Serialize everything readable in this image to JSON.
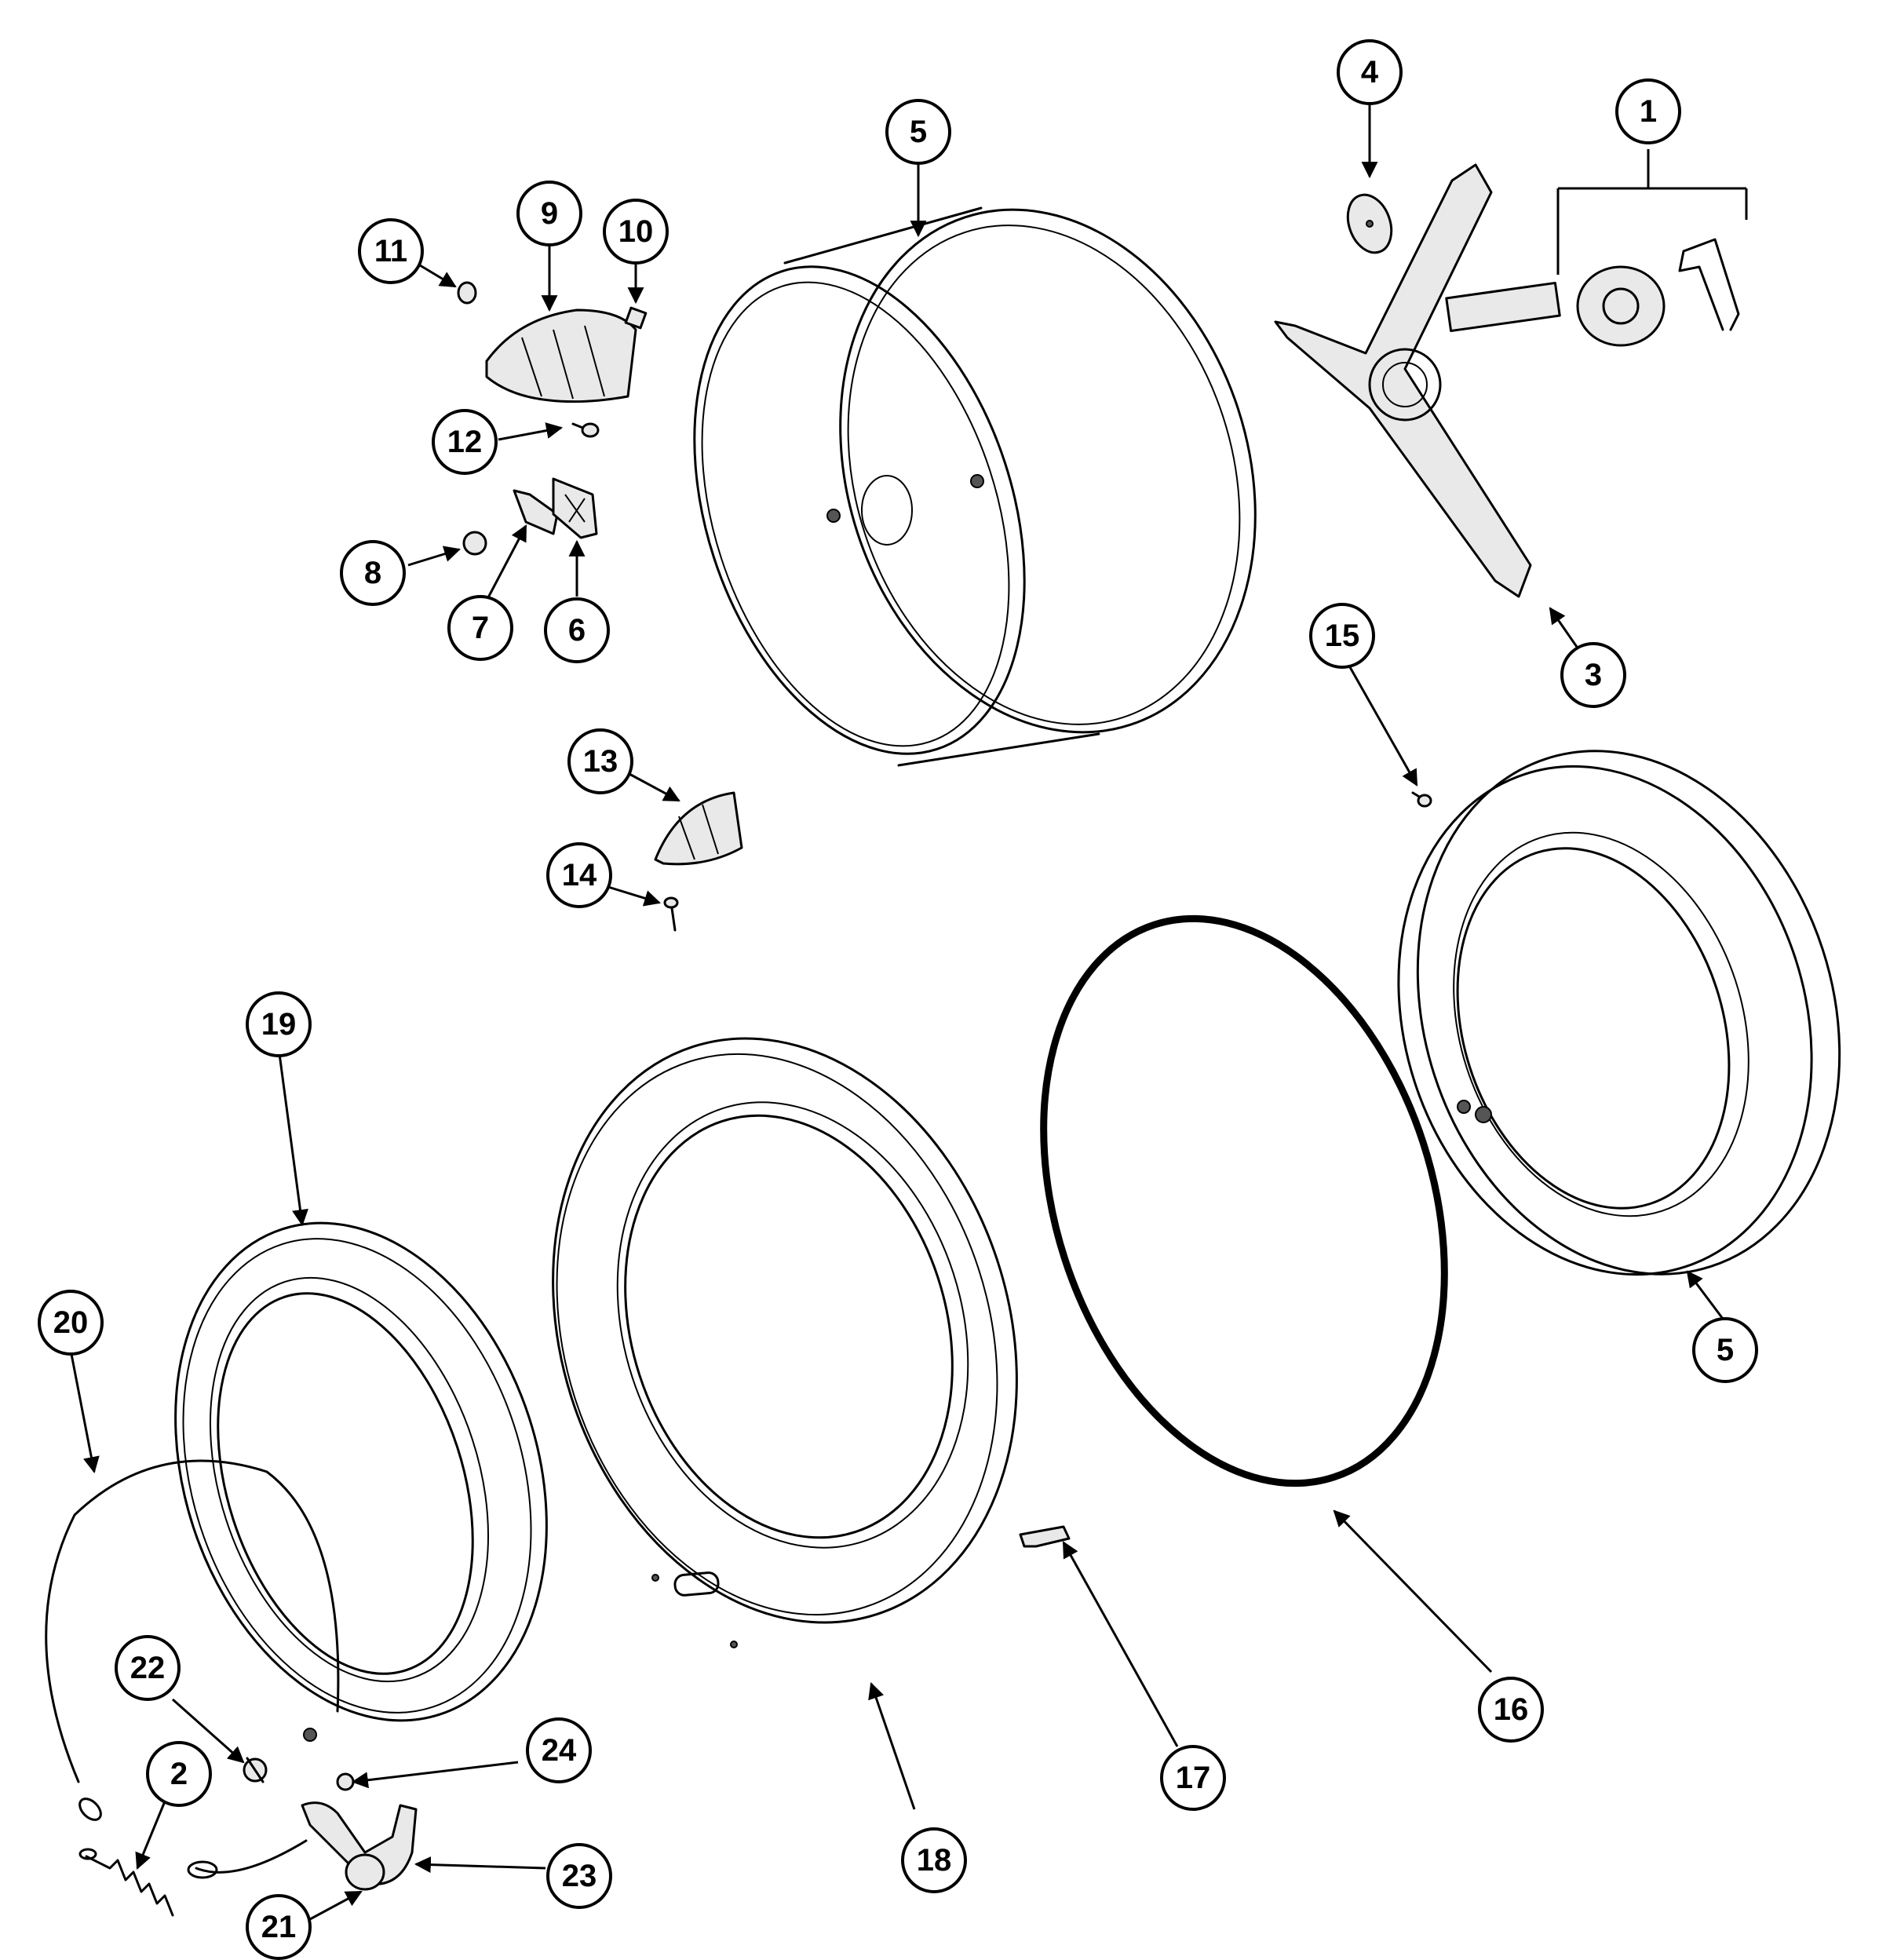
{
  "callouts": [
    {
      "id": "c1",
      "label": "1"
    },
    {
      "id": "c2",
      "label": "2"
    },
    {
      "id": "c3",
      "label": "3"
    },
    {
      "id": "c4",
      "label": "4"
    },
    {
      "id": "c5a",
      "label": "5"
    },
    {
      "id": "c5b",
      "label": "5"
    },
    {
      "id": "c6",
      "label": "6"
    },
    {
      "id": "c7",
      "label": "7"
    },
    {
      "id": "c8",
      "label": "8"
    },
    {
      "id": "c9",
      "label": "9"
    },
    {
      "id": "c10",
      "label": "10"
    },
    {
      "id": "c11",
      "label": "11"
    },
    {
      "id": "c12",
      "label": "12"
    },
    {
      "id": "c13",
      "label": "13"
    },
    {
      "id": "c14",
      "label": "14"
    },
    {
      "id": "c15",
      "label": "15"
    },
    {
      "id": "c16",
      "label": "16"
    },
    {
      "id": "c17",
      "label": "17"
    },
    {
      "id": "c18",
      "label": "18"
    },
    {
      "id": "c19",
      "label": "19"
    },
    {
      "id": "c20",
      "label": "20"
    },
    {
      "id": "c21",
      "label": "21"
    },
    {
      "id": "c22",
      "label": "22"
    },
    {
      "id": "c23",
      "label": "23"
    },
    {
      "id": "c24",
      "label": "24"
    }
  ]
}
